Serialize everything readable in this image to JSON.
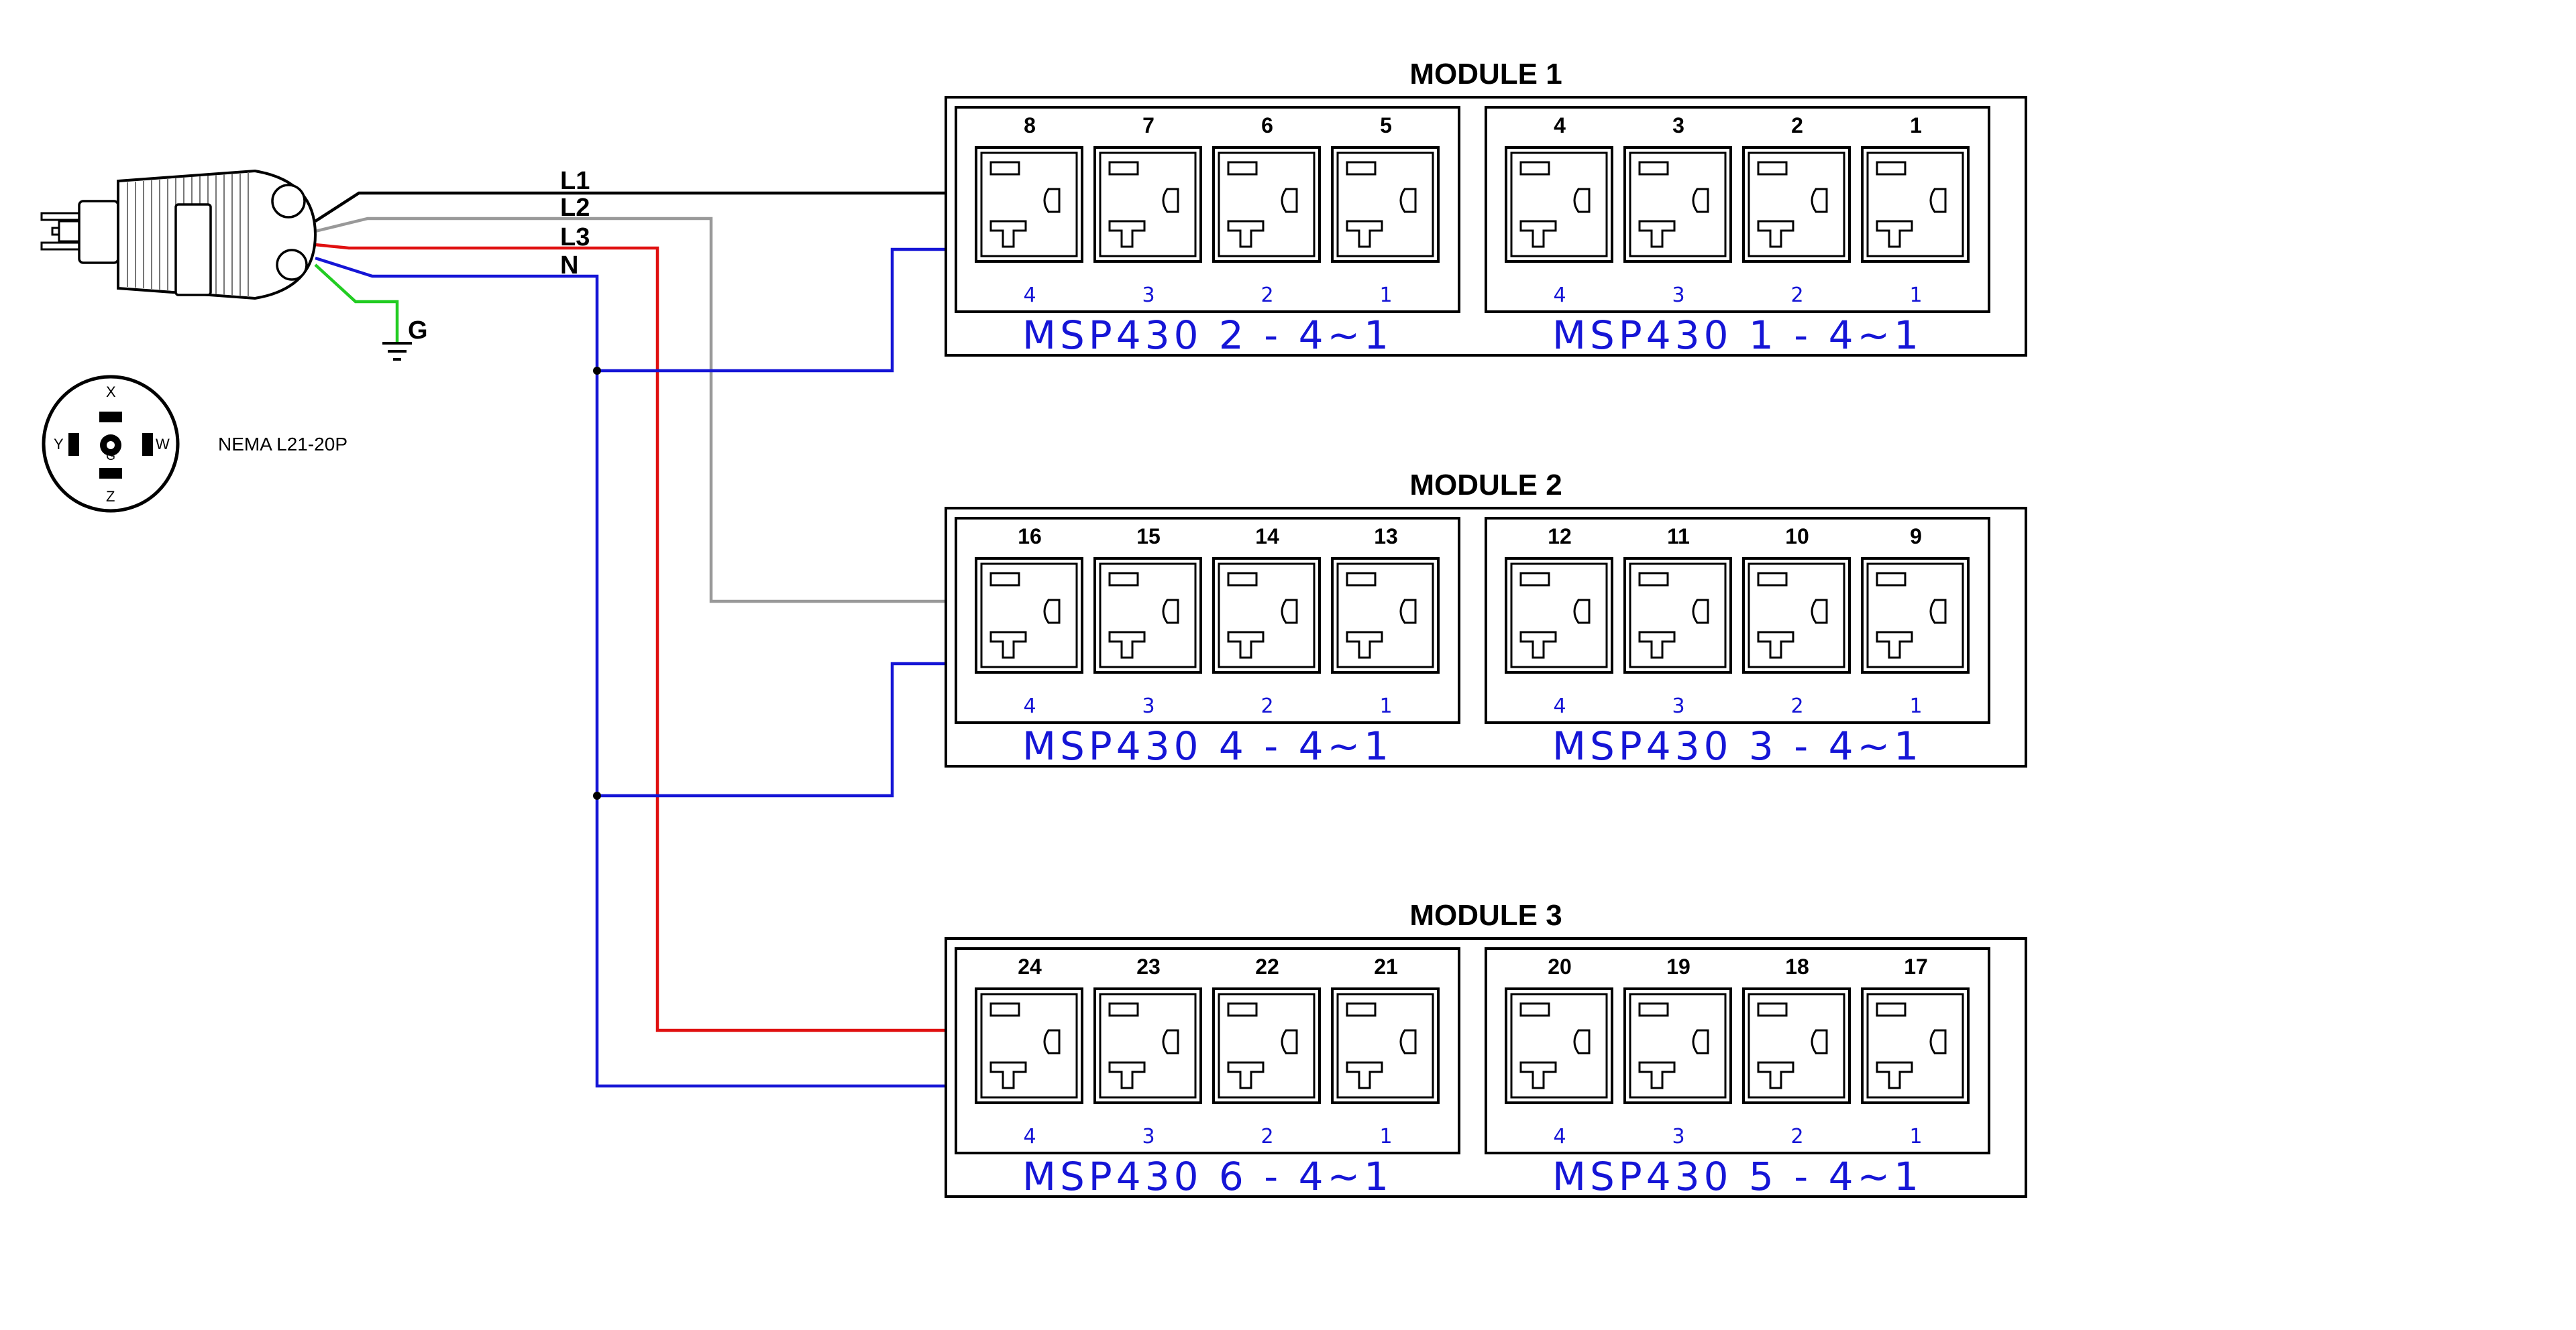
{
  "modules": [
    {
      "title": "MODULE 1",
      "groups": [
        {
          "outlets": [
            "8",
            "7",
            "6",
            "5"
          ],
          "ports": [
            "4",
            "3",
            "2",
            "1"
          ],
          "caption": "MSP430 2 - 4~1"
        },
        {
          "outlets": [
            "4",
            "3",
            "2",
            "1"
          ],
          "ports": [
            "4",
            "3",
            "2",
            "1"
          ],
          "caption": "MSP430 1 - 4~1"
        }
      ]
    },
    {
      "title": "MODULE 2",
      "groups": [
        {
          "outlets": [
            "16",
            "15",
            "14",
            "13"
          ],
          "ports": [
            "4",
            "3",
            "2",
            "1"
          ],
          "caption": "MSP430 4 - 4~1"
        },
        {
          "outlets": [
            "12",
            "11",
            "10",
            "9"
          ],
          "ports": [
            "4",
            "3",
            "2",
            "1"
          ],
          "caption": "MSP430 3 - 4~1"
        }
      ]
    },
    {
      "title": "MODULE 3",
      "groups": [
        {
          "outlets": [
            "24",
            "23",
            "22",
            "21"
          ],
          "ports": [
            "4",
            "3",
            "2",
            "1"
          ],
          "caption": "MSP430 6 - 4~1"
        },
        {
          "outlets": [
            "20",
            "19",
            "18",
            "17"
          ],
          "ports": [
            "4",
            "3",
            "2",
            "1"
          ],
          "caption": "MSP430 5 - 4~1"
        }
      ]
    }
  ],
  "wires": [
    {
      "label": "L1",
      "color": "#000000"
    },
    {
      "label": "L2",
      "color": "#999999"
    },
    {
      "label": "L3",
      "color": "#e01010"
    },
    {
      "label": "N",
      "color": "#1515d6"
    }
  ],
  "ground": {
    "label": "G",
    "color": "#22cc22"
  },
  "plug": {
    "label": "NEMA L21-20P",
    "pin_letters": [
      "X",
      "W",
      "Z",
      "Y",
      "G"
    ]
  },
  "icons": [
    "nema-plug-icon",
    "plug-face-icon",
    "ground-symbol-icon",
    "outlet-icon"
  ]
}
